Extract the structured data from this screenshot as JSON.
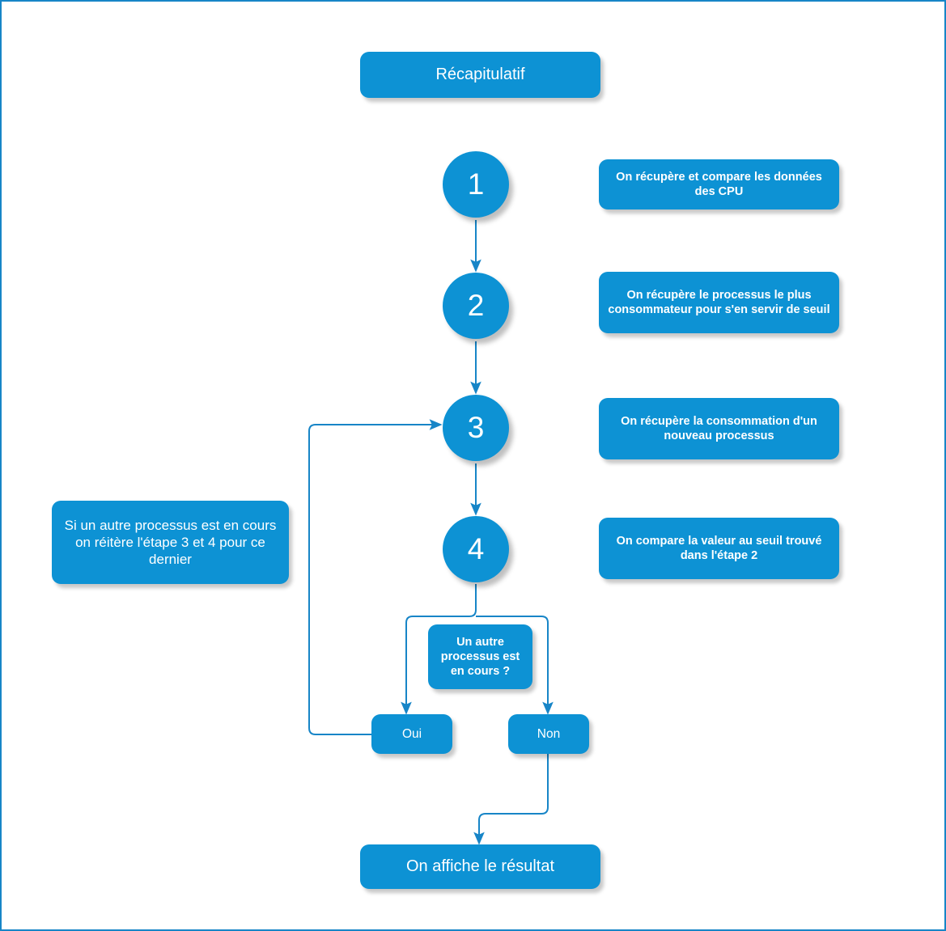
{
  "page": {
    "title": "Récapitulatif",
    "border_color": "#1785c7",
    "accent_color": "#0d92d4",
    "connector_color": "#1785c7",
    "text_color": "#ffffff"
  },
  "steps": [
    {
      "number": "1",
      "note": "On récupère et compare les données des CPU"
    },
    {
      "number": "2",
      "note": "On récupère le processus le plus consommateur pour s'en servir de seuil"
    },
    {
      "number": "3",
      "note": "On récupère la consommation d'un nouveau processus"
    },
    {
      "number": "4",
      "note": "On compare la valeur au seuil trouvé dans l'étape 2"
    }
  ],
  "loop_note": "Si un autre processus est en cours on réitère l'étape 3 et 4 pour ce dernier",
  "decision": {
    "question": "Un autre processus est en cours ?",
    "yes_label": "Oui",
    "no_label": "Non"
  },
  "result": "On affiche le résultat"
}
